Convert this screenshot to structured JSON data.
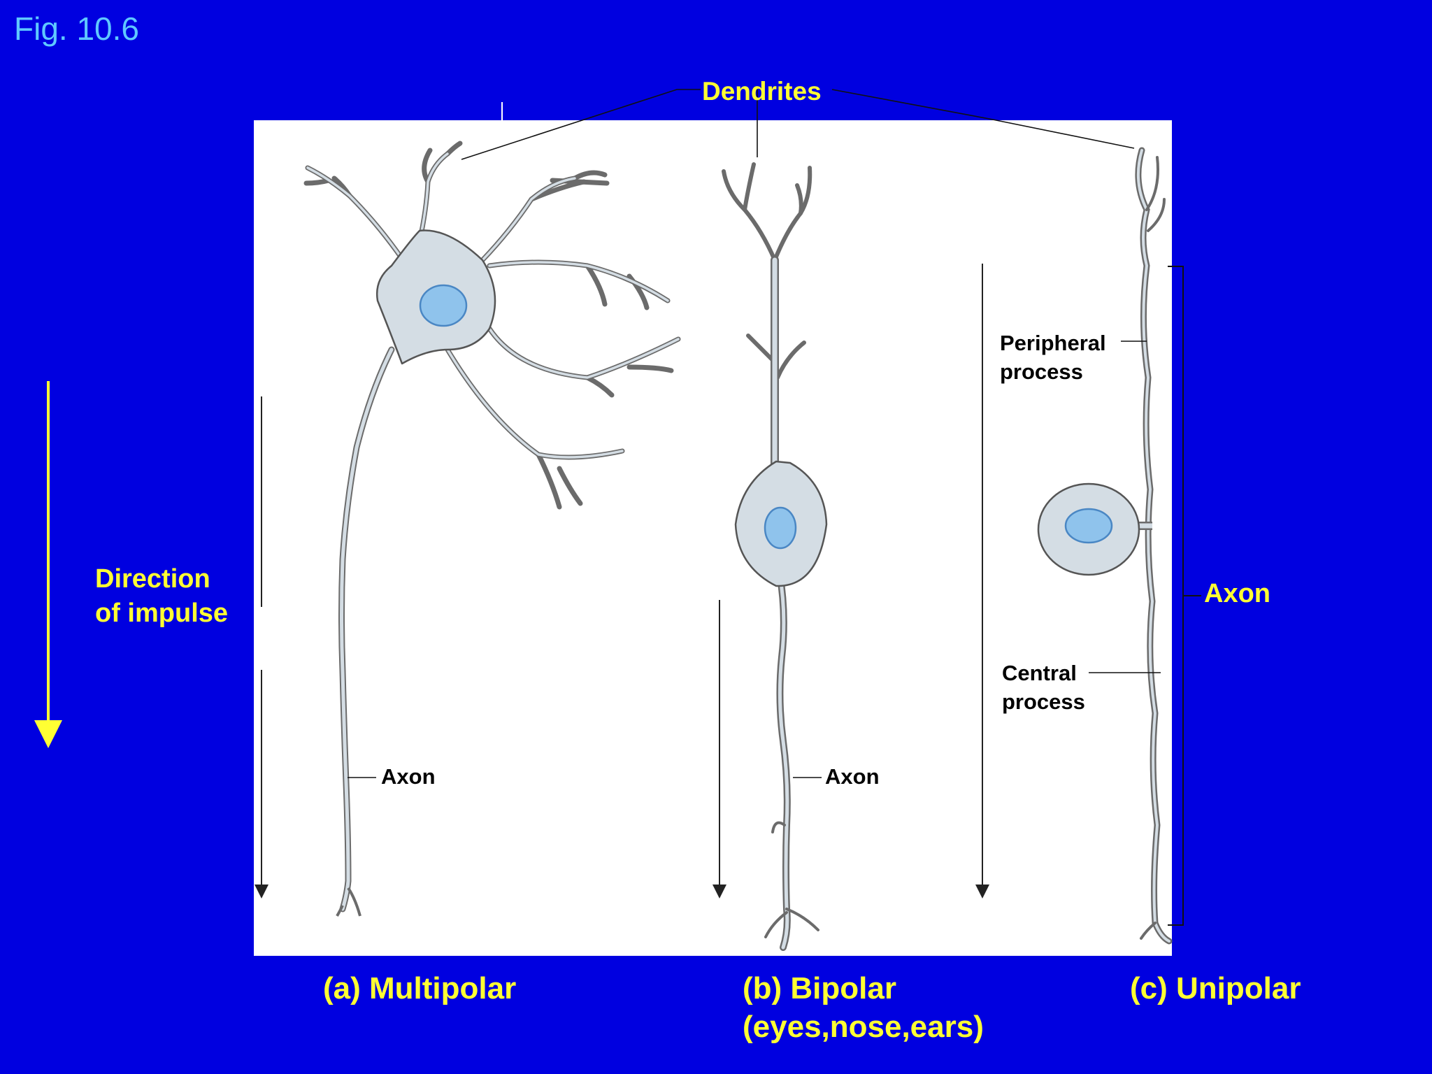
{
  "figure_number": "Fig. 10.6",
  "labels": {
    "dendrites": "Dendrites",
    "direction_line1": "Direction",
    "direction_line2": "of impulse",
    "axon_multipolar": "Axon",
    "axon_bipolar": "Axon",
    "axon_unipolar": "Axon",
    "peripheral_line1": "Peripheral",
    "peripheral_line2": "process",
    "central_line1": "Central",
    "central_line2": "process"
  },
  "captions": {
    "multipolar": "(a) Multipolar",
    "bipolar_line1": "(b) Bipolar",
    "bipolar_line2": "(eyes,nose,ears)",
    "unipolar": "(c) Unipolar"
  },
  "colors": {
    "background": "#0000e0",
    "label_yellow": "#ffff33",
    "figure_number": "#5fc8ff",
    "cell_fill": "#d4dde4",
    "nucleus": "#8fc3ec"
  }
}
